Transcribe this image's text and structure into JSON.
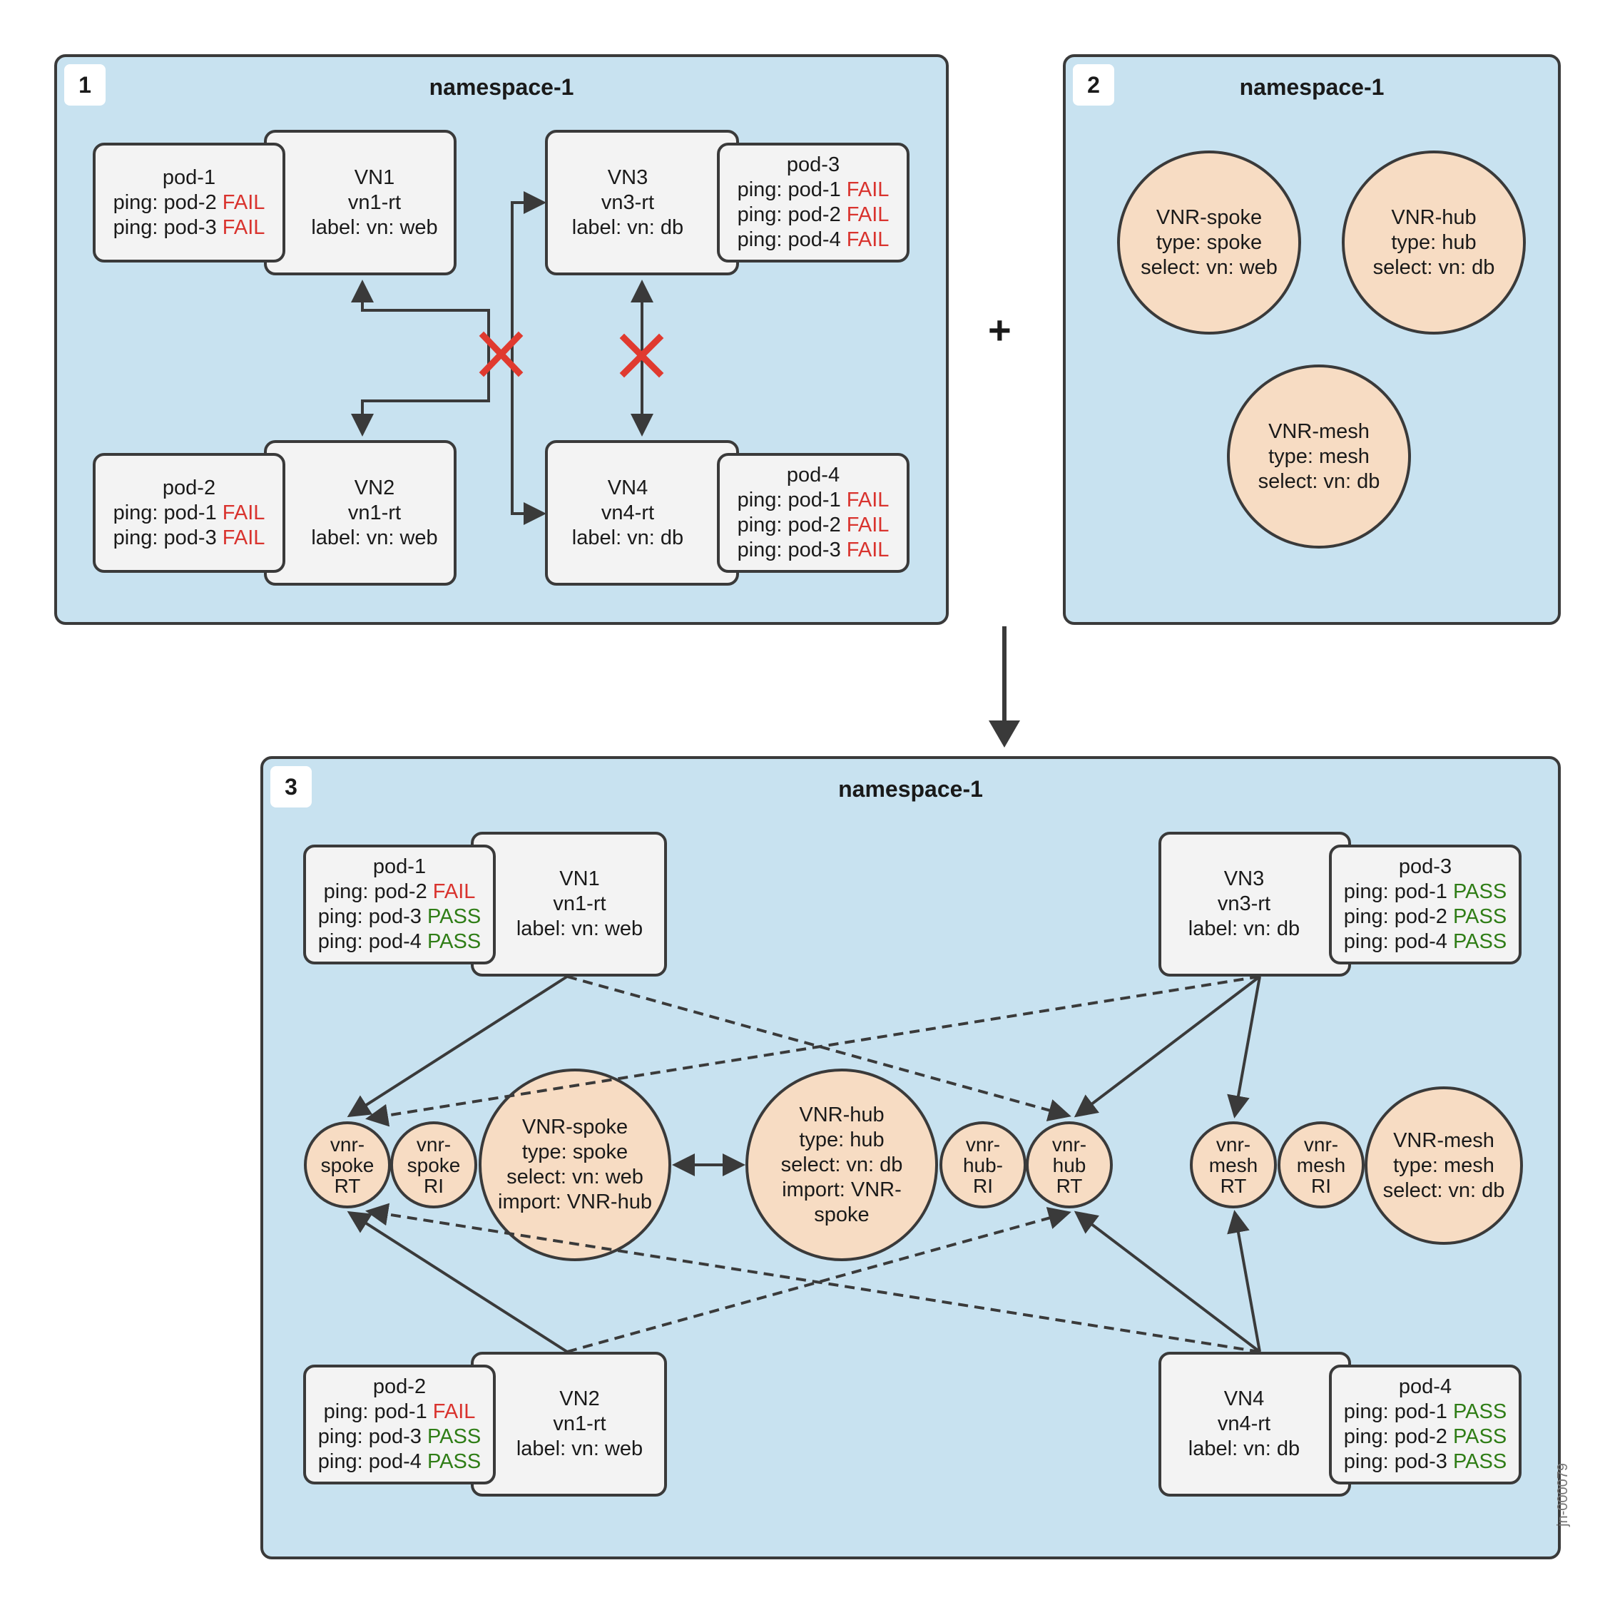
{
  "panel1": {
    "badge": "1",
    "title": "namespace-1",
    "vn1": {
      "name": "VN1",
      "rt": "vn1-rt",
      "label": "label: vn: web"
    },
    "vn2": {
      "name": "VN2",
      "rt": "vn1-rt",
      "label": "label: vn: web"
    },
    "vn3": {
      "name": "VN3",
      "rt": "vn3-rt",
      "label": "label: vn: db"
    },
    "vn4": {
      "name": "VN4",
      "rt": "vn4-rt",
      "label": "label: vn: db"
    },
    "pod1": {
      "name": "pod-1",
      "pings": [
        {
          "t": "ping: pod-2",
          "s": "FAIL"
        },
        {
          "t": "ping: pod-3",
          "s": "FAIL"
        }
      ]
    },
    "pod2": {
      "name": "pod-2",
      "pings": [
        {
          "t": "ping: pod-1",
          "s": "FAIL"
        },
        {
          "t": "ping: pod-3",
          "s": "FAIL"
        }
      ]
    },
    "pod3": {
      "name": "pod-3",
      "pings": [
        {
          "t": "ping: pod-1",
          "s": "FAIL"
        },
        {
          "t": "ping: pod-2",
          "s": "FAIL"
        },
        {
          "t": "ping: pod-4",
          "s": "FAIL"
        }
      ]
    },
    "pod4": {
      "name": "pod-4",
      "pings": [
        {
          "t": "ping: pod-1",
          "s": "FAIL"
        },
        {
          "t": "ping: pod-2",
          "s": "FAIL"
        },
        {
          "t": "ping: pod-3",
          "s": "FAIL"
        }
      ]
    }
  },
  "plus_sign": "+",
  "panel2": {
    "badge": "2",
    "title": "namespace-1",
    "spoke": {
      "l1": "VNR-spoke",
      "l2": "type: spoke",
      "l3": "select: vn: web"
    },
    "hub": {
      "l1": "VNR-hub",
      "l2": "type: hub",
      "l3": "select: vn: db"
    },
    "mesh": {
      "l1": "VNR-mesh",
      "l2": "type: mesh",
      "l3": "select: vn: db"
    }
  },
  "panel3": {
    "badge": "3",
    "title": "namespace-1",
    "vn1": {
      "name": "VN1",
      "rt": "vn1-rt",
      "label": "label: vn: web"
    },
    "vn2": {
      "name": "VN2",
      "rt": "vn1-rt",
      "label": "label: vn: web"
    },
    "vn3": {
      "name": "VN3",
      "rt": "vn3-rt",
      "label": "label: vn: db"
    },
    "vn4": {
      "name": "VN4",
      "rt": "vn4-rt",
      "label": "label: vn: db"
    },
    "pod1": {
      "name": "pod-1",
      "pings": [
        {
          "t": "ping: pod-2",
          "s": "FAIL"
        },
        {
          "t": "ping: pod-3",
          "s": "PASS"
        },
        {
          "t": "ping: pod-4",
          "s": "PASS"
        }
      ]
    },
    "pod2": {
      "name": "pod-2",
      "pings": [
        {
          "t": "ping: pod-1",
          "s": "FAIL"
        },
        {
          "t": "ping: pod-3",
          "s": "PASS"
        },
        {
          "t": "ping: pod-4",
          "s": "PASS"
        }
      ]
    },
    "pod3": {
      "name": "pod-3",
      "pings": [
        {
          "t": "ping: pod-1",
          "s": "PASS"
        },
        {
          "t": "ping: pod-2",
          "s": "PASS"
        },
        {
          "t": "ping: pod-4",
          "s": "PASS"
        }
      ]
    },
    "pod4": {
      "name": "pod-4",
      "pings": [
        {
          "t": "ping: pod-1",
          "s": "PASS"
        },
        {
          "t": "ping: pod-2",
          "s": "PASS"
        },
        {
          "t": "ping: pod-3",
          "s": "PASS"
        }
      ]
    },
    "spoke_rt": {
      "l1": "vnr-",
      "l2": "spoke",
      "l3": "RT"
    },
    "spoke_ri": {
      "l1": "vnr-",
      "l2": "spoke",
      "l3": "RI"
    },
    "spoke": {
      "l1": "VNR-spoke",
      "l2": "type: spoke",
      "l3": "select: vn: web",
      "l4": "import: VNR-hub"
    },
    "hub": {
      "l1": "VNR-hub",
      "l2": "type: hub",
      "l3": "select: vn: db",
      "l4": "import: VNR-",
      "l5": "spoke"
    },
    "hub_ri": {
      "l1": "vnr-",
      "l2": "hub-",
      "l3": "RI"
    },
    "hub_rt": {
      "l1": "vnr-",
      "l2": "hub",
      "l3": "RT"
    },
    "mesh_rt": {
      "l1": "vnr-",
      "l2": "mesh",
      "l3": "RT"
    },
    "mesh_ri": {
      "l1": "vnr-",
      "l2": "mesh",
      "l3": "RI"
    },
    "mesh": {
      "l1": "VNR-mesh",
      "l2": "type: mesh",
      "l3": "select: vn: db"
    }
  },
  "watermark": "jn-000079",
  "colors": {
    "fail": "#d9332e",
    "pass": "#2f7d16",
    "panel": "#c8e2f0",
    "box": "#f3f3f3",
    "circle": "#f7dcc3",
    "stroke": "#3a3a3a"
  }
}
